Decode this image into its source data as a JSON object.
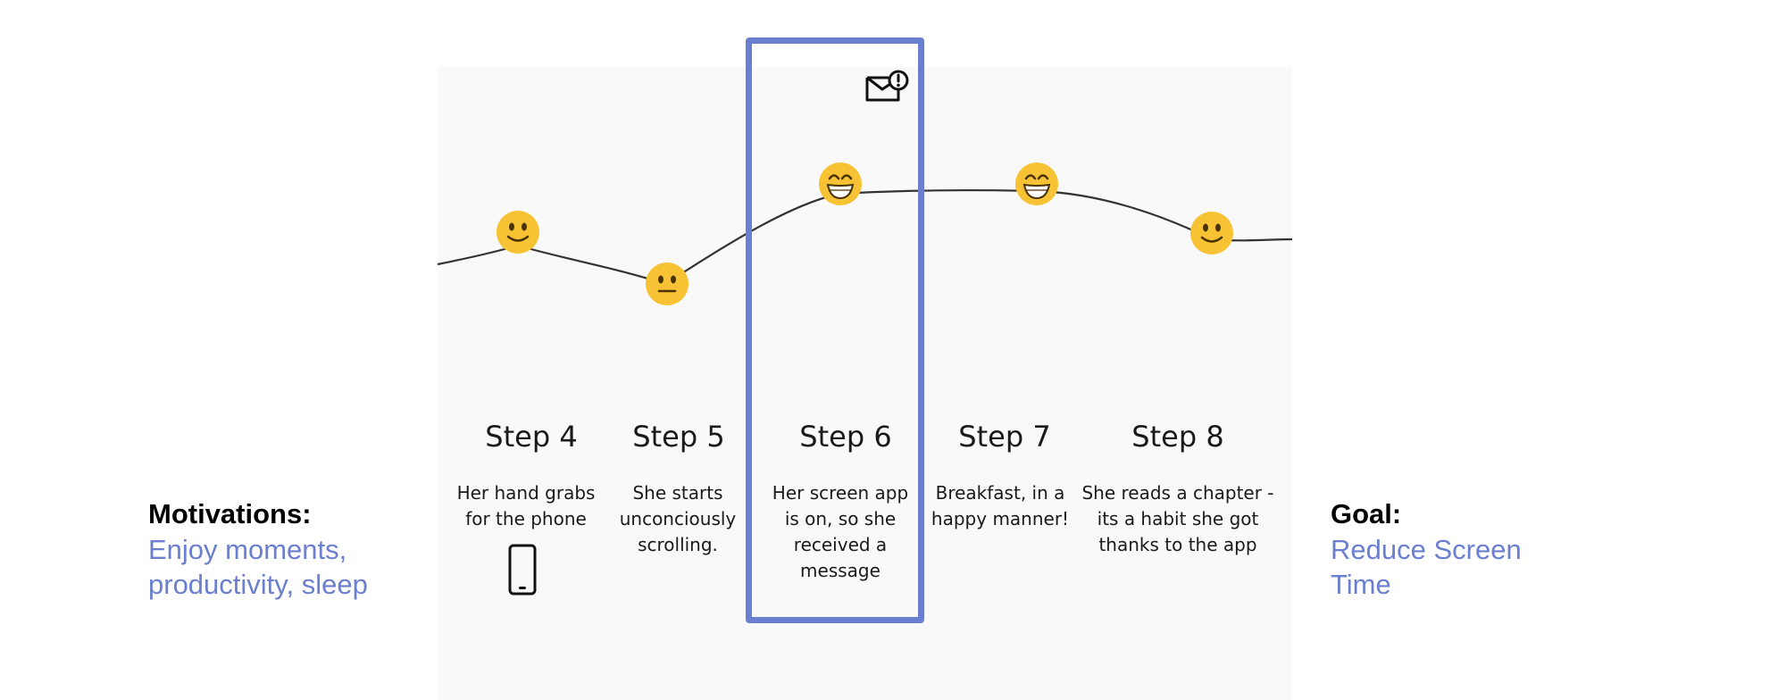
{
  "steps": [
    {
      "title": "Step 4",
      "text": "Her hand grabs for the phone",
      "mood": "slightly-smiling-face"
    },
    {
      "title": "Step 5",
      "text": "She starts unconciously scrolling.",
      "mood": "neutral-face"
    },
    {
      "title": "Step 6",
      "text": "Her screen app is on, so she received a message",
      "mood": "grinning-face"
    },
    {
      "title": "Step 7",
      "text": "Breakfast, in a happy manner!",
      "mood": "grinning-face"
    },
    {
      "title": "Step 8",
      "text": "She reads a chapter - its a habit  she got thanks to the app",
      "mood": "slightly-smiling-face"
    }
  ],
  "motivations": {
    "label": "Motivations:",
    "value": "Enjoy moments, productivity, sleep"
  },
  "goal": {
    "label": "Goal:",
    "value": "Reduce Screen Time"
  },
  "highlighted_step": "Step 6",
  "icons": {
    "mail": "mail-alert-icon",
    "phone": "smartphone-icon"
  },
  "colors": {
    "accent": "#6b7fd0",
    "panel": "#f9f9f9",
    "text": "#1a1a1a",
    "emoji": "#f7c335"
  }
}
